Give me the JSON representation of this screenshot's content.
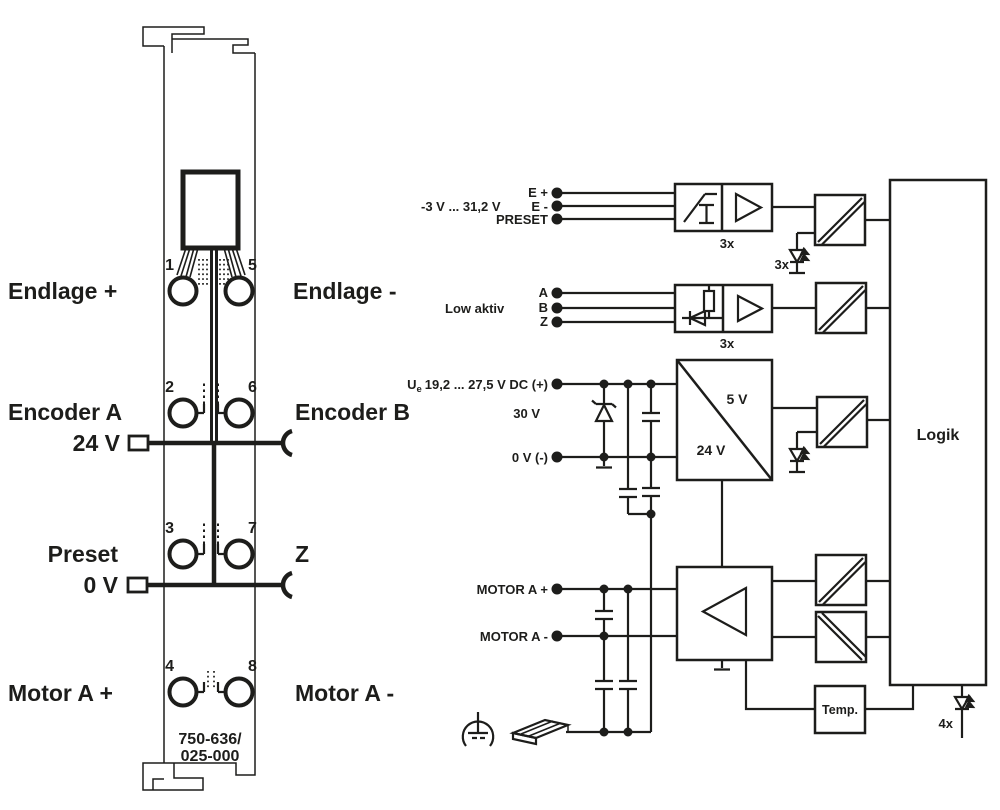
{
  "module": {
    "part_number_line1": "750-636/",
    "part_number_line2": "025-000",
    "labels": {
      "endlage_plus": "Endlage +",
      "endlage_minus": "Endlage -",
      "encoder_a": "Encoder A",
      "encoder_b": "Encoder B",
      "v24": "24 V",
      "preset": "Preset",
      "z": "Z",
      "v0": "0 V",
      "motor_a_plus": "Motor A +",
      "motor_a_minus": "Motor A -"
    },
    "pins": {
      "p1": "1",
      "p2": "2",
      "p3": "3",
      "p4": "4",
      "p5": "5",
      "p6": "6",
      "p7": "7",
      "p8": "8"
    }
  },
  "schematic": {
    "encoder_input": {
      "range_label": "-3 V ... 31,2 V",
      "signals": {
        "e_plus": "E +",
        "e_minus": "E -",
        "preset": "PRESET"
      },
      "channel_count": "3x",
      "led_count": "3x"
    },
    "abz_input": {
      "mode_label": "Low aktiv",
      "signals": {
        "a": "A",
        "b": "B",
        "z": "Z"
      },
      "channel_count": "3x"
    },
    "power": {
      "supply_prefix": "U",
      "supply_sub": "e",
      "supply_rest": "19,2 ... 27,5 V DC (+)",
      "zener_label": "30 V",
      "zero_label": "0 V (-)",
      "dcdc_secondary": "5 V",
      "dcdc_primary": "24 V"
    },
    "motor": {
      "plus_label": "MOTOR A +",
      "minus_label": "MOTOR A -"
    },
    "logic_label": "Logik",
    "temp_label": "Temp.",
    "status_led_count": "4x"
  },
  "colors": {
    "ink": "#1d1d1b",
    "background": "#ffffff"
  }
}
